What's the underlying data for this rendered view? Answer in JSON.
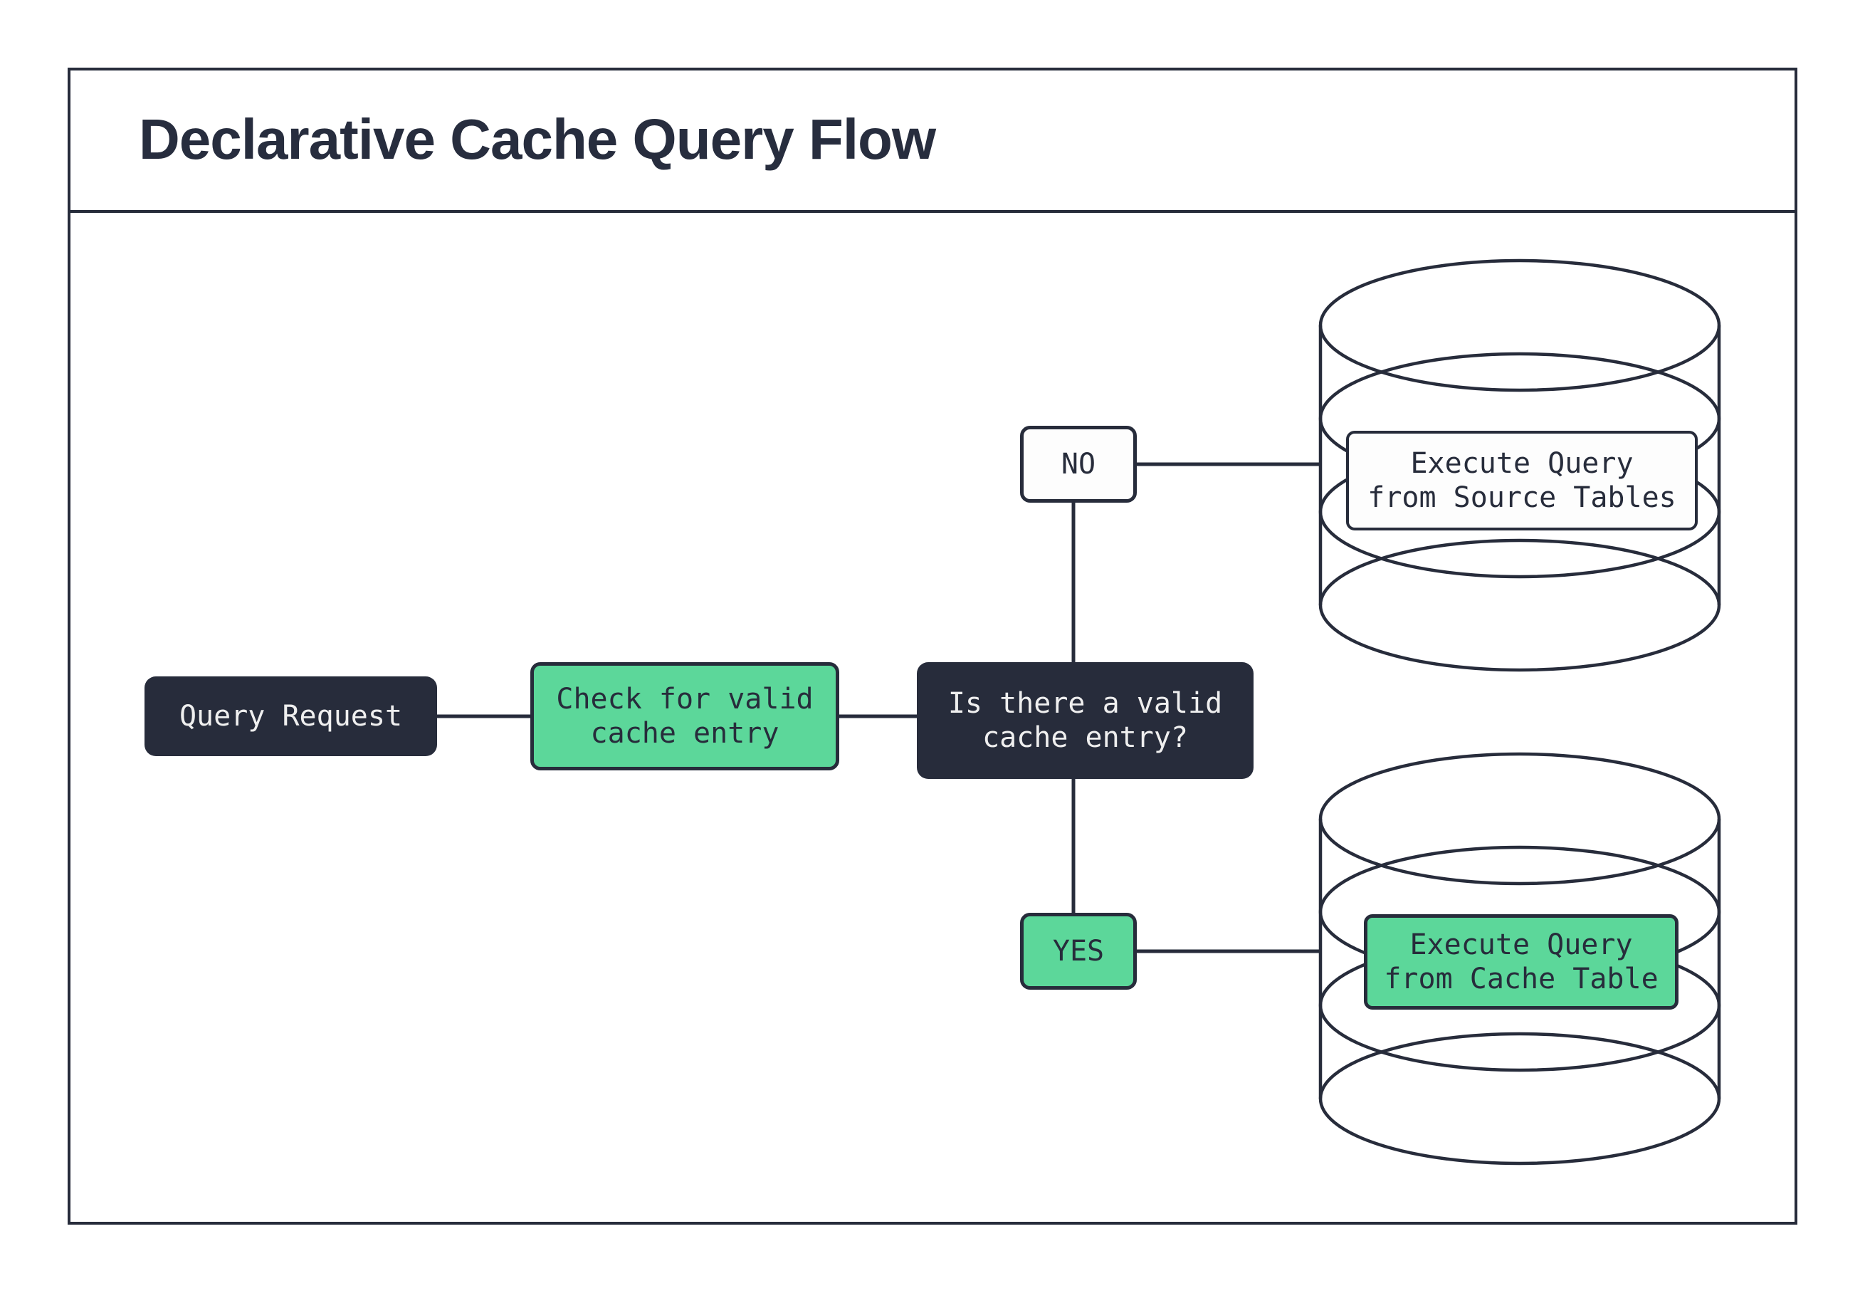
{
  "title": "Declarative Cache Query Flow",
  "colors": {
    "ink": "#272C3B",
    "green": "#5CD79A",
    "box_white": "#FDFDFD",
    "text_light": "#EFEFEF",
    "background": "#FFFFFF"
  },
  "nodes": {
    "query_request": {
      "label": "Query Request"
    },
    "check_cache": {
      "label": "Check for valid\ncache entry"
    },
    "decision": {
      "label": "Is there a valid\ncache entry?"
    },
    "no_branch": {
      "label": "NO"
    },
    "yes_branch": {
      "label": "YES"
    },
    "source_db": {
      "label": "Execute Query\nfrom Source Tables"
    },
    "cache_db": {
      "label": "Execute Query\nfrom Cache Table"
    }
  }
}
